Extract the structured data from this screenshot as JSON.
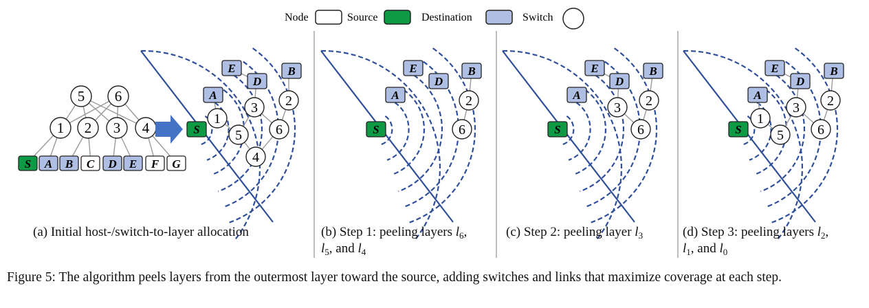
{
  "legend": {
    "node": "Node",
    "source": "Source",
    "destination": "Destination",
    "switch": "Switch"
  },
  "colors": {
    "source_fill": "#0e9a44",
    "destination_fill": "#aebfe3",
    "node_fill": "#ffffff",
    "arc_stroke": "#2f4f9a",
    "arrow": "#4472c4",
    "link": "#9a9a9a"
  },
  "panel_a": {
    "tree": {
      "top": [
        "5",
        "6"
      ],
      "mid": [
        "1",
        "2",
        "3",
        "4"
      ],
      "leaves": [
        "S",
        "A",
        "B",
        "C",
        "D",
        "E",
        "F",
        "G"
      ]
    },
    "fan": {
      "hosts": [
        "S",
        "A",
        "E",
        "D",
        "B"
      ],
      "switches": [
        "1",
        "2",
        "3",
        "4",
        "5",
        "6"
      ]
    }
  },
  "panel_b": {
    "hosts": [
      "S",
      "A",
      "E",
      "D",
      "B"
    ],
    "switches": [
      "2",
      "6"
    ]
  },
  "panel_c": {
    "hosts": [
      "S",
      "A",
      "E",
      "D",
      "B"
    ],
    "switches": [
      "3",
      "2",
      "6"
    ]
  },
  "panel_d": {
    "hosts": [
      "S",
      "A",
      "E",
      "D",
      "B"
    ],
    "switches": [
      "1",
      "5",
      "3",
      "2",
      "6"
    ]
  },
  "captions": {
    "a": "(a) Initial host-/switch-to-layer allocation",
    "b_prefix": "(b) Step 1: peeling layers ",
    "b_l6": "l",
    "b_l6_sub": "6",
    "b_comma": ",",
    "b_l5": "l",
    "b_l5_sub": "5",
    "b_and": ", and ",
    "b_l4": "l",
    "b_l4_sub": "4",
    "c_prefix": "(c) Step 2: peeling layer ",
    "c_l3": "l",
    "c_l3_sub": "3",
    "d_prefix": "(d) Step 3: peeling layers ",
    "d_l2": "l",
    "d_l2_sub": "2",
    "d_comma": ",",
    "d_l1": "l",
    "d_l1_sub": "1",
    "d_and": ", and ",
    "d_l0": "l",
    "d_l0_sub": "0"
  },
  "figure_caption": "Figure 5: The algorithm peels layers from the outermost layer toward the source, adding switches and links that maximize coverage at each step."
}
